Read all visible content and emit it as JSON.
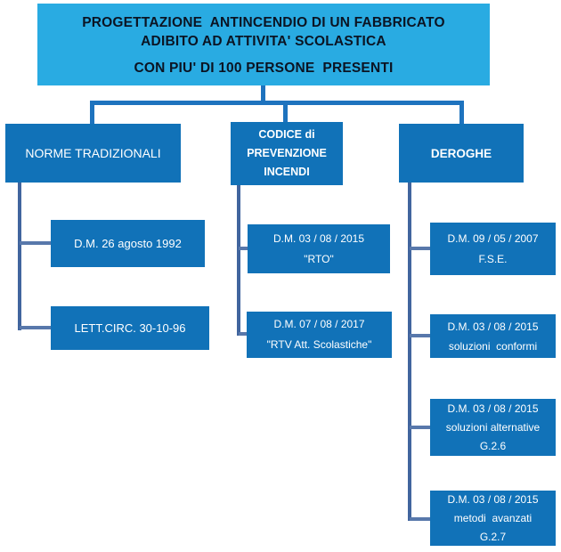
{
  "colors": {
    "background": "#FFFFFF",
    "root-bg": "#29ABE2",
    "root-text": "#0B1423",
    "node-bg": "#1172B8",
    "node-text": "#FFFFFF",
    "tree-line": "#1E73BE",
    "column-line": "#41659E",
    "stub-line": "#5878AB"
  },
  "root": {
    "heading": "PROGETTAZIONE  ANTINCENDIO DI UN FABBRICATO\nADIBITO AD ATTIVITA' SCOLASTICA",
    "subheading": "CON PIU' DI 100 PERSONE  PRESENTI"
  },
  "branches": [
    {
      "label": "NORME TRADIZIONALI",
      "children": [
        "D.M. 26 agosto 1992",
        "LETT.CIRC. 30-10-96"
      ]
    },
    {
      "label": "CODICE di\nPREVENZIONE\nINCENDI",
      "children": [
        "D.M. 03 / 08 / 2015\n\"RTO\"",
        "D.M. 07 / 08 / 2017\n\"RTV Att. Scolastiche\""
      ]
    },
    {
      "label": "DEROGHE",
      "children": [
        "D.M. 09 / 05 / 2007\nF.S.E.",
        "D.M. 03 / 08 / 2015\nsoluzioni  conformi",
        "D.M. 03 / 08 / 2015\nsoluzioni alternative\nG.2.6",
        "D.M. 03 / 08 / 2015\nmetodi  avanzati\nG.2.7"
      ]
    }
  ]
}
